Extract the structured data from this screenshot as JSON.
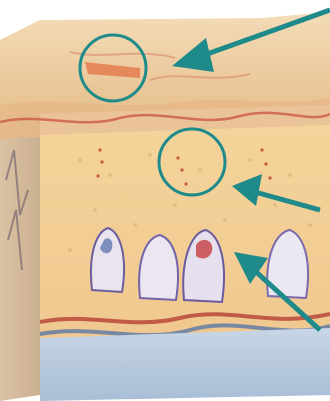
{
  "illustration": {
    "subject": "skin-cross-section",
    "layers": [
      "epidermis",
      "dermis",
      "hypodermis"
    ],
    "callouts": [
      {
        "id": "upper",
        "marker": "circle",
        "arrow": true
      },
      {
        "id": "middle",
        "marker": "circle",
        "arrow": true
      },
      {
        "id": "lower",
        "marker": "none",
        "arrow": true
      }
    ]
  },
  "colors": {
    "background": "#ffffff",
    "epidermis": "#ecd2a8",
    "dermis": "#f2cd8c",
    "hypodermis": "#cbd8e6",
    "callout": "#1f8a8a",
    "vessel_red": "#b8463a",
    "vessel_blue": "#5a78a8"
  }
}
